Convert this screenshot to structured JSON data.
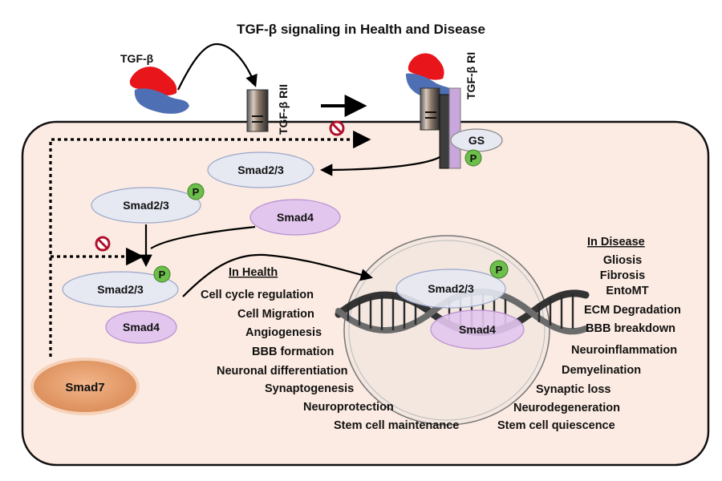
{
  "title": "TGF-β signaling in Health and Disease",
  "ligand_label": "TGF-β",
  "receptor2_label": "TGF-β RII",
  "receptor1_label": "TGF-β RI",
  "gs_label": "GS",
  "phospho_label": "P",
  "smad23_label": "Smad2/3",
  "smad4_label": "Smad4",
  "smad7_label": "Smad7",
  "health": {
    "heading": "In Health",
    "items": [
      "Cell cycle regulation",
      "Cell Migration",
      "Angiogenesis",
      "BBB formation",
      "Neuronal differentiation",
      "Synaptogenesis",
      "Neuroprotection",
      "Stem cell maintenance"
    ]
  },
  "disease": {
    "heading": "In Disease",
    "items": [
      "Gliosis",
      "Fibrosis",
      "EntoMT",
      "ECM Degradation",
      "BBB breakdown",
      "Neuroinflammation",
      "Demyelination",
      "Synaptic loss",
      "Neurodegeneration",
      "Stem cell quiescence"
    ]
  },
  "colors": {
    "cell_fill": "#fcebe2",
    "smad23_fill": "#e6e8f2",
    "smad4_fill": "#e2c6ee",
    "smad7_fill": "#e8a070",
    "phospho_fill": "#6cbf4a",
    "ligand_red": "#e8151b",
    "ligand_blue": "#4f6fb5",
    "inhibit_red": "#b0122c"
  }
}
